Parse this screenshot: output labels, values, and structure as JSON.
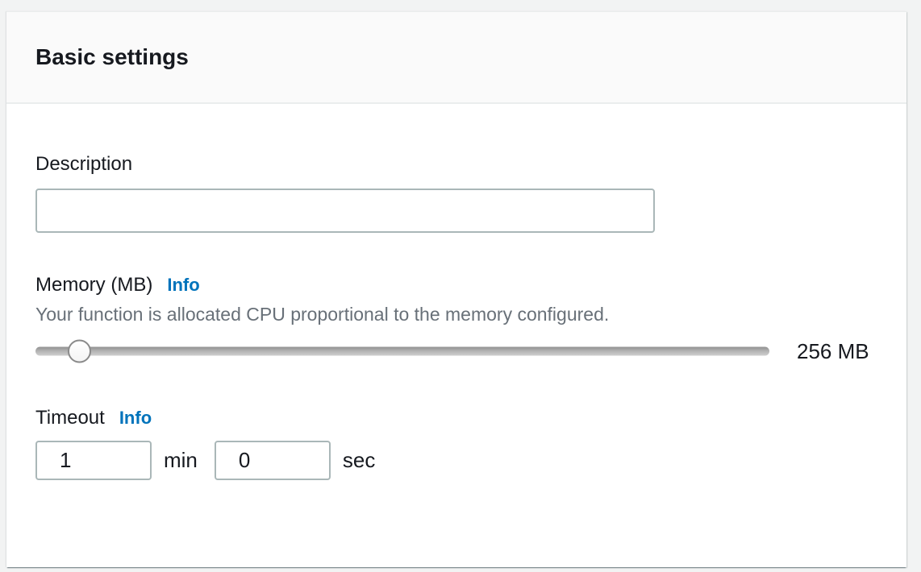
{
  "panel": {
    "title": "Basic settings"
  },
  "description": {
    "label": "Description",
    "value": "",
    "placeholder": ""
  },
  "memory": {
    "label": "Memory (MB)",
    "info_label": "Info",
    "help_text": "Your function is allocated CPU proportional to the memory configured.",
    "value_label": "256 MB"
  },
  "timeout": {
    "label": "Timeout",
    "info_label": "Info",
    "min_value": "1",
    "min_unit": "min",
    "sec_value": "0",
    "sec_unit": "sec"
  },
  "colors": {
    "info_link": "#0073bb",
    "heading_text": "#16191f",
    "help_text": "#687078",
    "input_border": "#aab7b8",
    "header_background": "#fafafa",
    "page_background": "#f2f3f3"
  }
}
